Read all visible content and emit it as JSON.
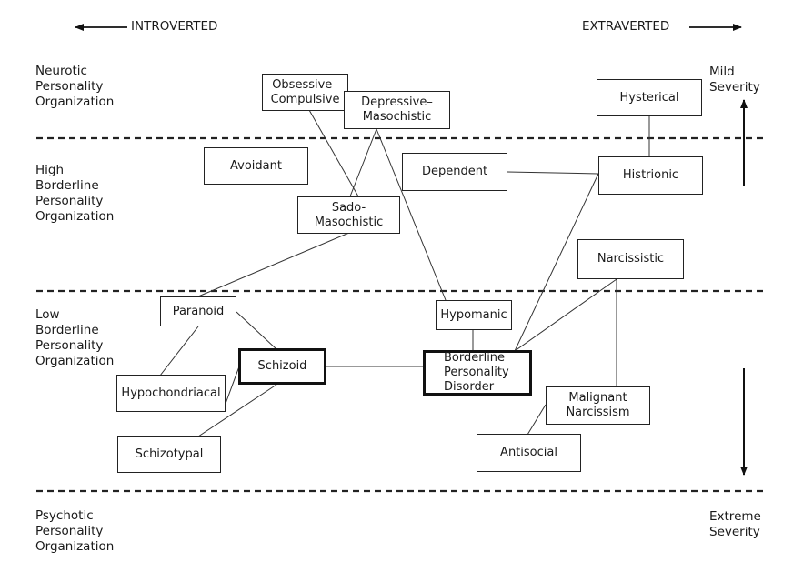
{
  "axis": {
    "introverted": "INTROVERTED",
    "extraverted": "EXTRAVERTED",
    "mild_severity": "Mild\nSeverity",
    "extreme_severity": "Extreme\nSeverity"
  },
  "levels": {
    "neurotic": "Neurotic\nPersonality\nOrganization",
    "high_borderline": "High\nBorderline\nPersonality\nOrganization",
    "low_borderline": "Low\nBorderline\nPersonality\nOrganization",
    "psychotic": "Psychotic\nPersonality\nOrganization"
  },
  "nodes": {
    "obsessive_compulsive": "Obsessive–\nCompulsive",
    "depressive_masochistic": "Depressive–\nMasochistic",
    "hysterical": "Hysterical",
    "avoidant": "Avoidant",
    "dependent": "Dependent",
    "histrionic": "Histrionic",
    "sado_masochistic": "Sado-\nMasochistic",
    "narcissistic": "Narcissistic",
    "paranoid": "Paranoid",
    "hypomanic": "Hypomanic",
    "schizoid": "Schizoid",
    "borderline": "Borderline\nPersonality\nDisorder",
    "hypochondriacal": "Hypochondriacal",
    "malignant_narcissism": "Malignant\nNarcissism",
    "schizotypal": "Schizotypal",
    "antisocial": "Antisocial"
  }
}
